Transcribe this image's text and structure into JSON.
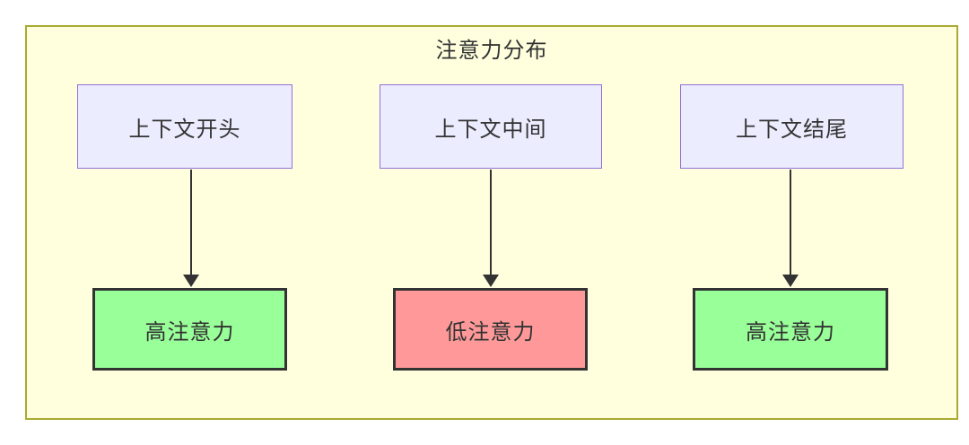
{
  "diagram": {
    "title": "注意力分布",
    "columns": [
      {
        "source": "上下文开头",
        "result": "高注意力",
        "attention_level": "high"
      },
      {
        "source": "上下文中间",
        "result": "低注意力",
        "attention_level": "low"
      },
      {
        "source": "上下文结尾",
        "result": "高注意力",
        "attention_level": "high"
      }
    ],
    "colors": {
      "cluster_background": "#ffffde",
      "cluster_border": "#aaaa33",
      "source_node_background": "#ECECFF",
      "source_node_border": "#9370DB",
      "high_attention_background": "#99ff99",
      "low_attention_background": "#ff9999",
      "result_node_border": "#333333",
      "arrow": "#333333",
      "text": "#333333"
    }
  }
}
